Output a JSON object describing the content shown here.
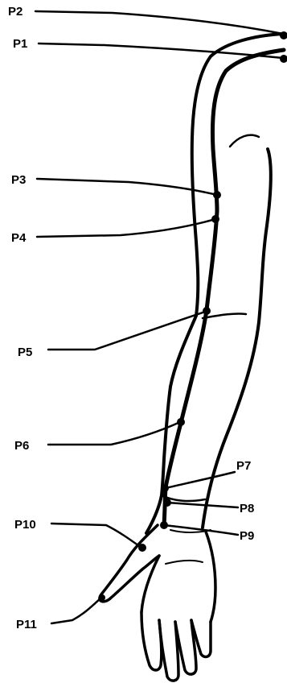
{
  "diagram": {
    "subject": "arm-meridian-acupoints",
    "ink_color": "#000000",
    "background_color": "#ffffff",
    "points": [
      {
        "id": "p2",
        "label": "P2"
      },
      {
        "id": "p1",
        "label": "P1"
      },
      {
        "id": "p3",
        "label": "P3"
      },
      {
        "id": "p4",
        "label": "P4"
      },
      {
        "id": "p5",
        "label": "P5"
      },
      {
        "id": "p6",
        "label": "P6"
      },
      {
        "id": "p7",
        "label": "P7"
      },
      {
        "id": "p8",
        "label": "P8"
      },
      {
        "id": "p9",
        "label": "P9"
      },
      {
        "id": "p10",
        "label": "P10"
      },
      {
        "id": "p11",
        "label": "P11"
      }
    ]
  }
}
